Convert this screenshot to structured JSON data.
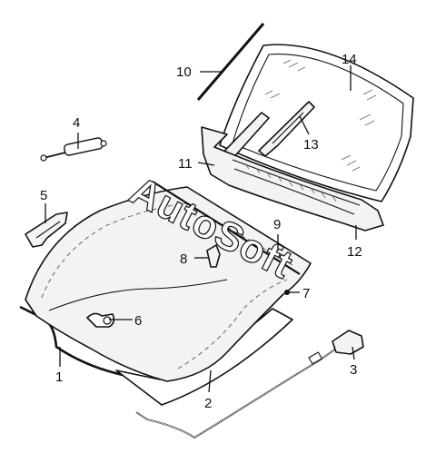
{
  "watermark": "AutoSoft",
  "callouts": {
    "c1": "1",
    "c2": "2",
    "c3": "3",
    "c4": "4",
    "c5": "5",
    "c6": "6",
    "c7": "7",
    "c8": "8",
    "c9": "9",
    "c10": "10",
    "c11": "11",
    "c12": "12",
    "c13": "13",
    "c14": "14"
  }
}
